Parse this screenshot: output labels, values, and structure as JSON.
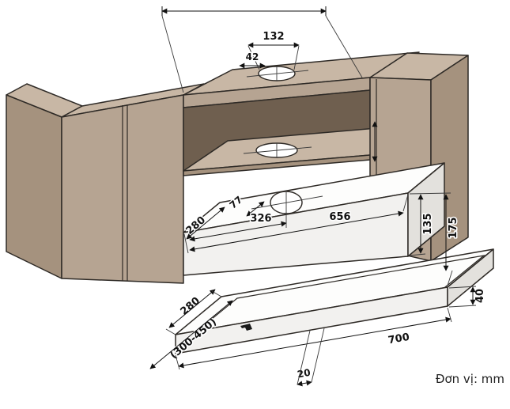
{
  "unit_note": "Đơn vị: mm",
  "dims": {
    "cutout_width": "132",
    "cutout_offset": "42",
    "hood_depth": "280",
    "hole_from_left": "326",
    "hood_width": "656",
    "hole_from_front": "77",
    "hood_height": "135",
    "total_height": "175",
    "visor_depth": "280",
    "pullout_range": "(300-450)",
    "visor_width": "700",
    "visor_height": "40",
    "front_gap": "20"
  },
  "colors": {
    "cabinet": "#b6a492",
    "cabinet_shaded": "#a5927e",
    "cabinet_top": "#c8b7a5",
    "cabinet_interior": "#6f5f4f",
    "hood": "#fdfdfc",
    "outline": "#2e2a26",
    "dimension": "#111111"
  }
}
